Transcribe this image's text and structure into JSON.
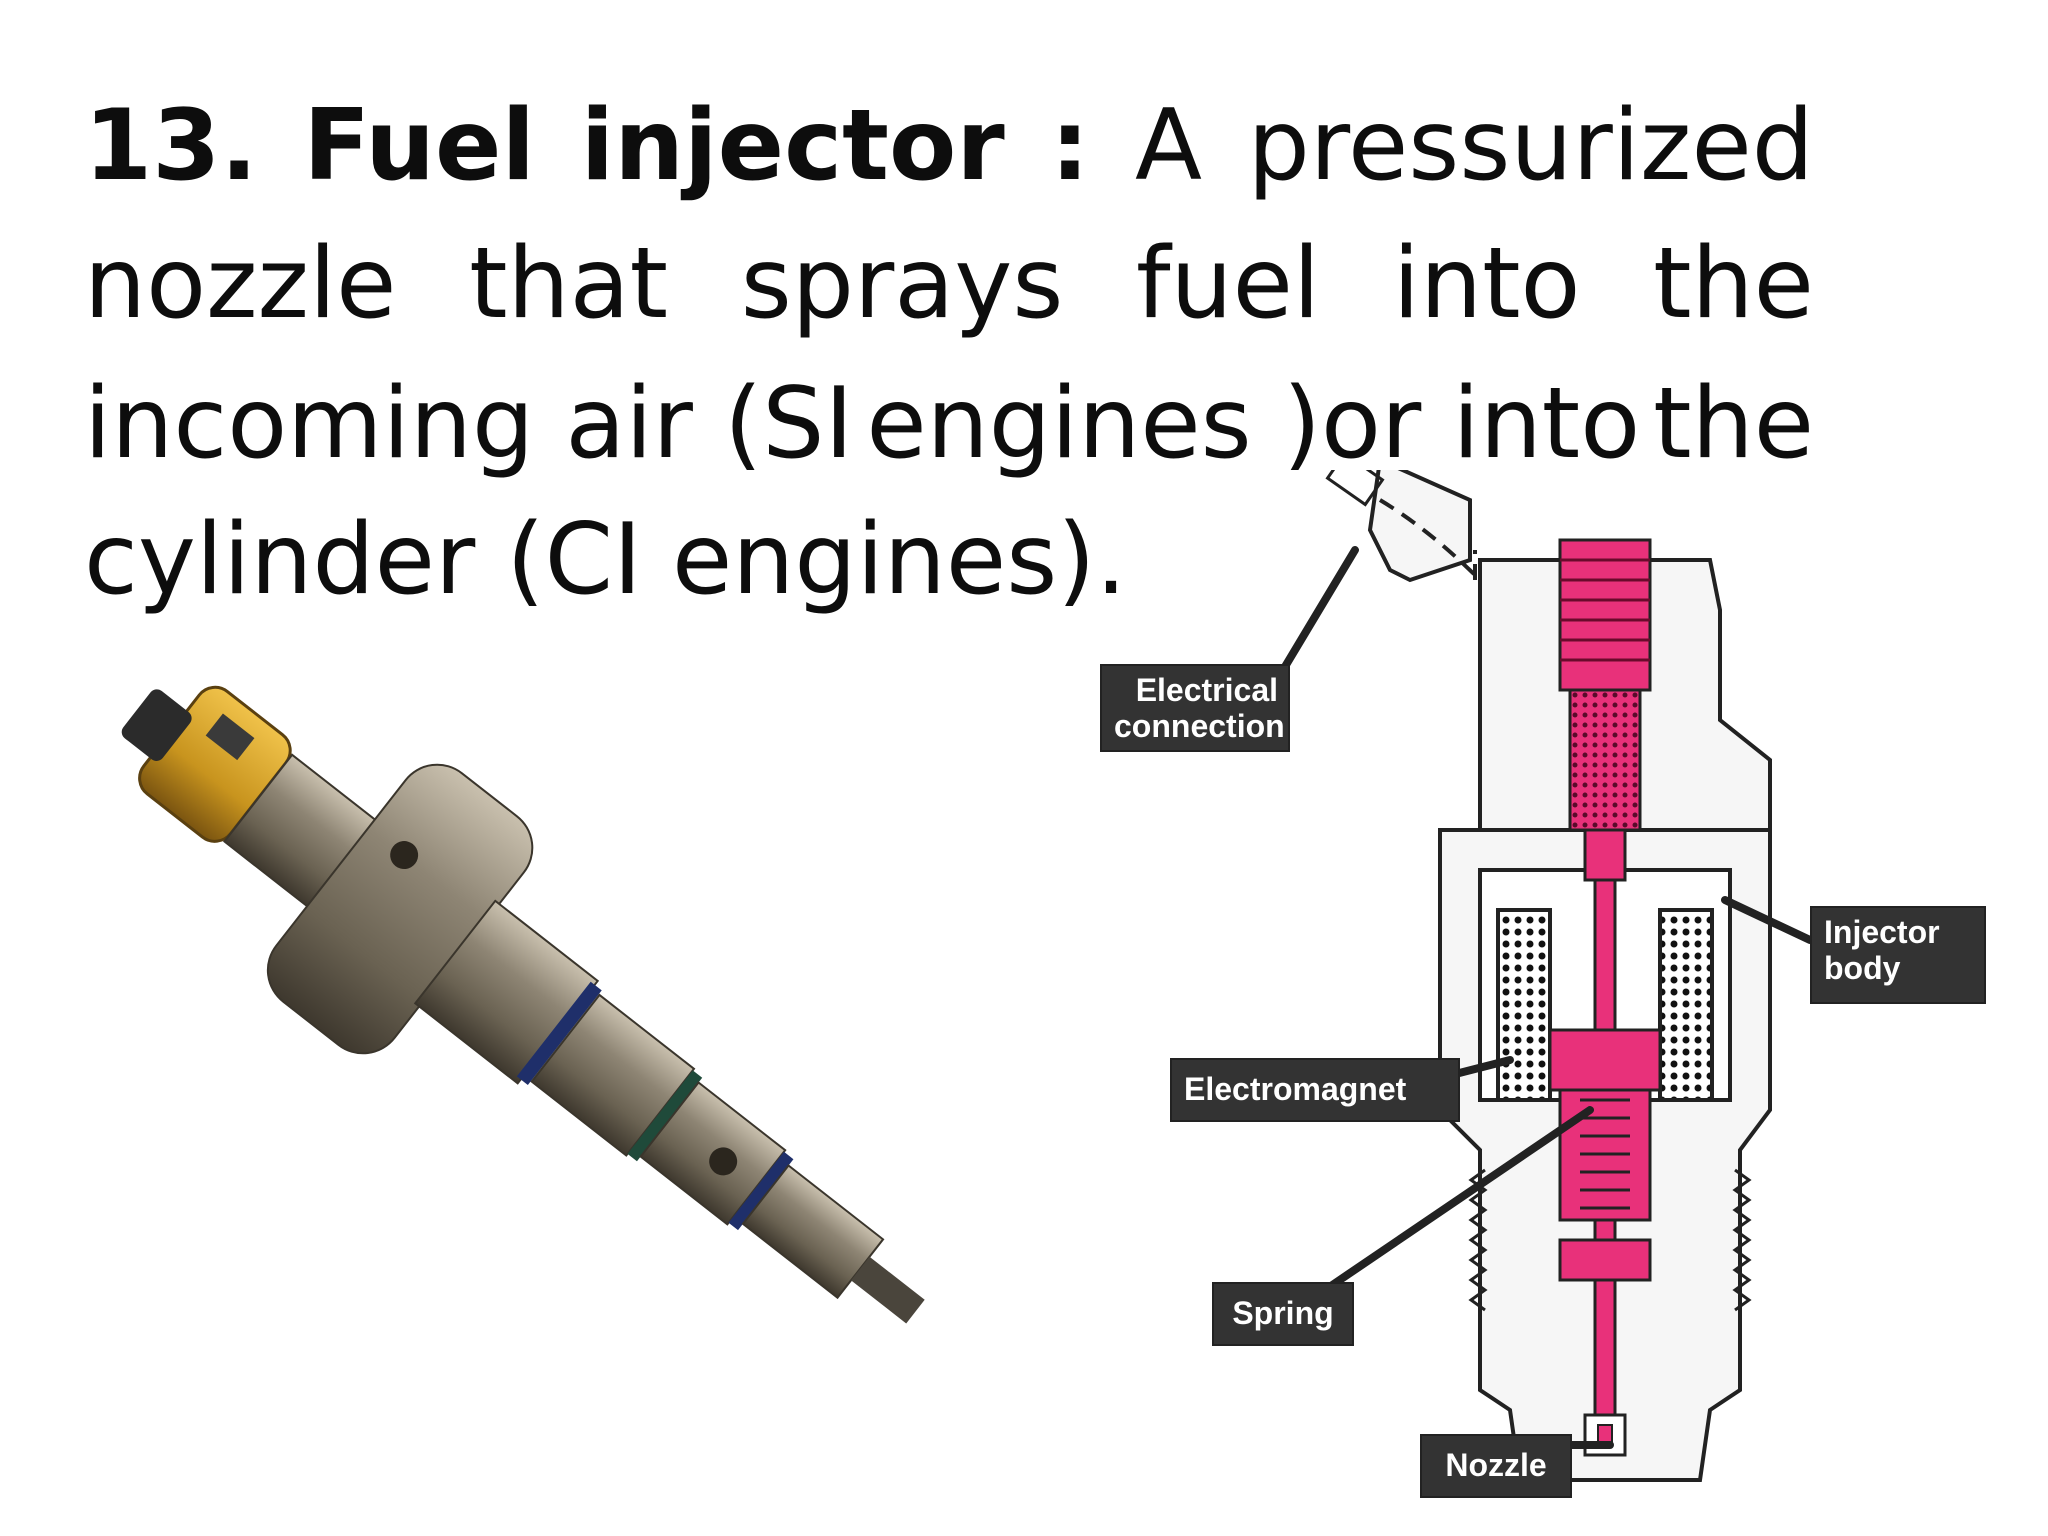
{
  "slide": {
    "line1": {
      "w1": "13.",
      "w2": "Fuel",
      "w3": "injector",
      "w4": ":",
      "w5": "A",
      "w6": "pressurized"
    },
    "line2": [
      "nozzle",
      "that",
      "sprays",
      "fuel",
      "into",
      "the"
    ],
    "line3": {
      "a": "incoming air (SI",
      "b": "engines )or into",
      "c": "the"
    },
    "line4": {
      "a": "cylinder (CI",
      "b": "engines)."
    }
  },
  "diagram": {
    "labels": {
      "electrical_connection": "Electrical connection",
      "injector_body": "Injector body",
      "electromagnet": "Electromagnet",
      "spring": "Spring",
      "nozzle": "Nozzle"
    },
    "colors": {
      "fuel_pink": "#e8317a",
      "callout_bg": "#333333",
      "body_fill": "#f6f6f6",
      "outline": "#222222"
    }
  },
  "photo": {
    "colors": {
      "metal": "#8b8170",
      "connector_yellow": "#d4a12a",
      "oring_blue": "#20306a"
    }
  }
}
